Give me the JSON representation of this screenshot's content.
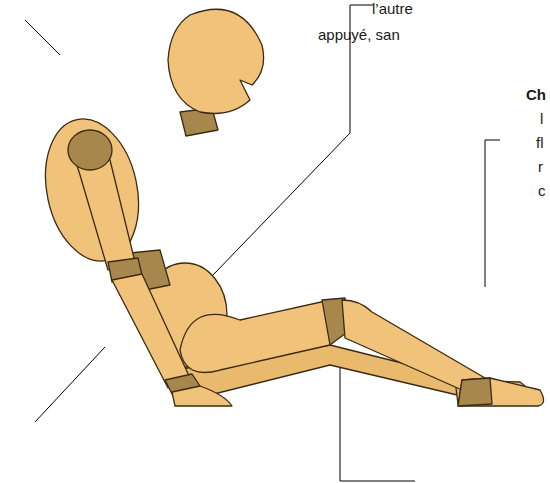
{
  "diagram": {
    "labels": [
      "l’autre",
      "appuyé, san",
      "Ch",
      "l",
      "fl",
      "r",
      "c"
    ]
  }
}
